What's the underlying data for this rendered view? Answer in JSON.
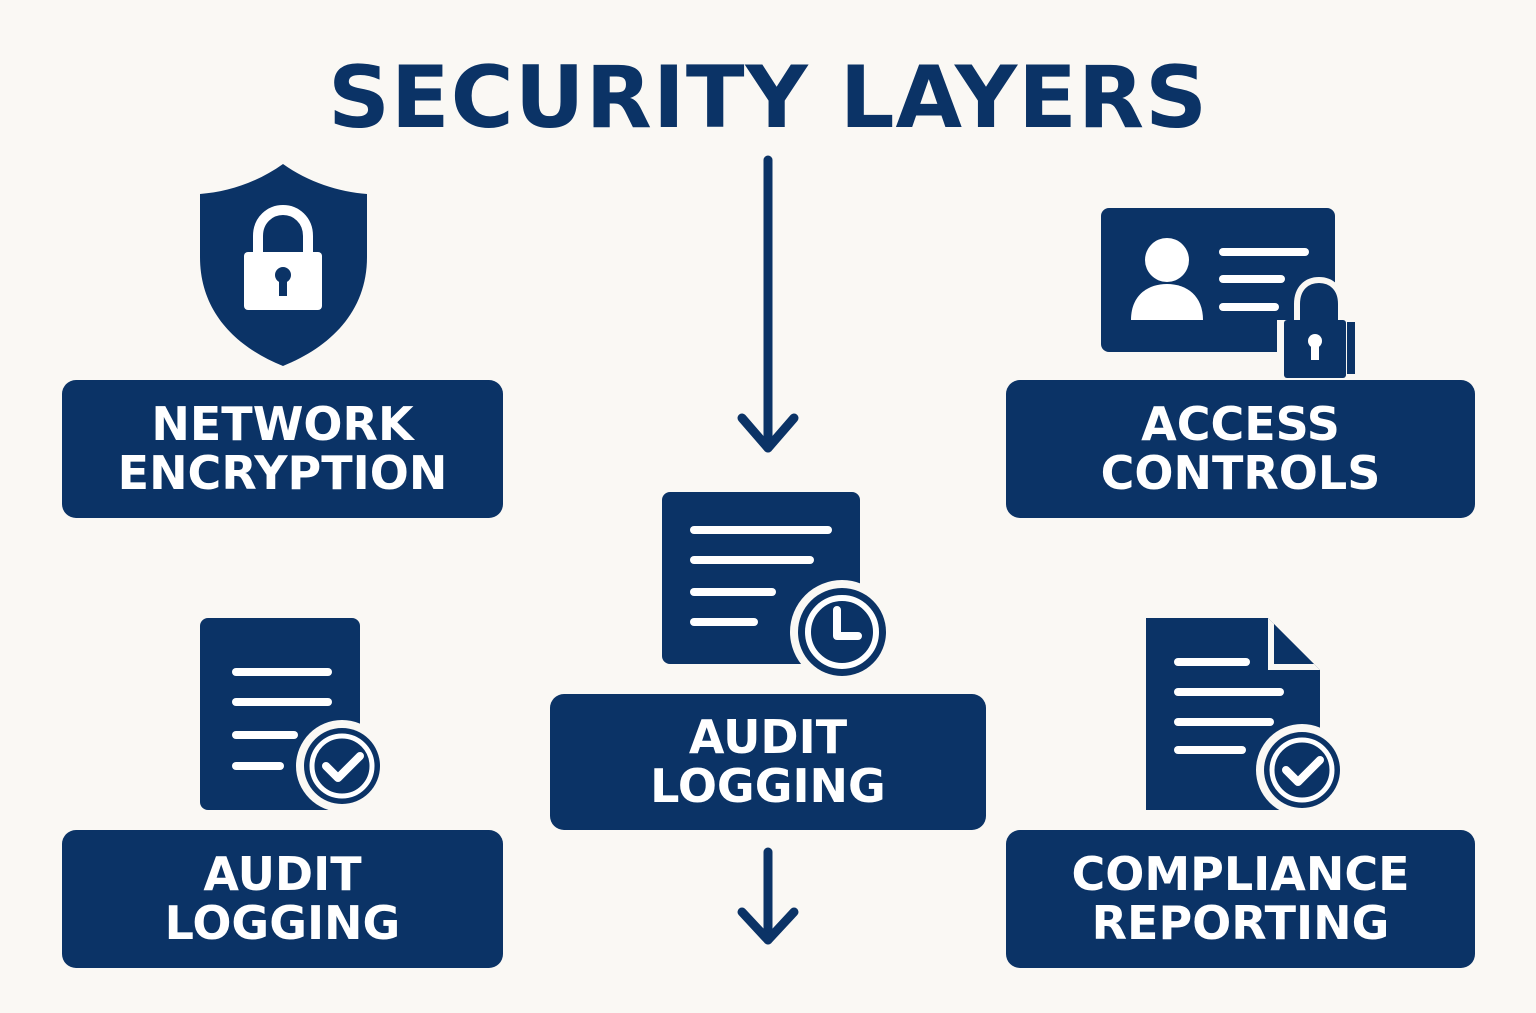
{
  "title": "SECURITY LAYERS",
  "colors": {
    "primary": "#0b3366",
    "background": "#faf8f4"
  },
  "nodes": [
    {
      "id": "network-encryption",
      "icon": "shield-lock-icon",
      "lines": [
        "NETWORK",
        "ENCRYPTION"
      ]
    },
    {
      "id": "access-controls",
      "icon": "id-card-lock-icon",
      "lines": [
        "ACCESS",
        "CONTROLS"
      ]
    },
    {
      "id": "audit-logging-center",
      "icon": "document-clock-icon",
      "lines": [
        "AUDIT",
        "LOGGING"
      ]
    },
    {
      "id": "audit-logging-left",
      "icon": "document-check-icon",
      "lines": [
        "AUDIT",
        "LOGGING"
      ]
    },
    {
      "id": "compliance-reporting",
      "icon": "document-fold-check-icon",
      "lines": [
        "COMPLIANCE",
        "REPORTING"
      ]
    }
  ],
  "connectors": [
    {
      "from": "title",
      "to": "audit-logging-center",
      "icon": "arrow-down-icon"
    },
    {
      "from": "audit-logging-center",
      "to": "next",
      "icon": "arrow-down-icon"
    }
  ]
}
